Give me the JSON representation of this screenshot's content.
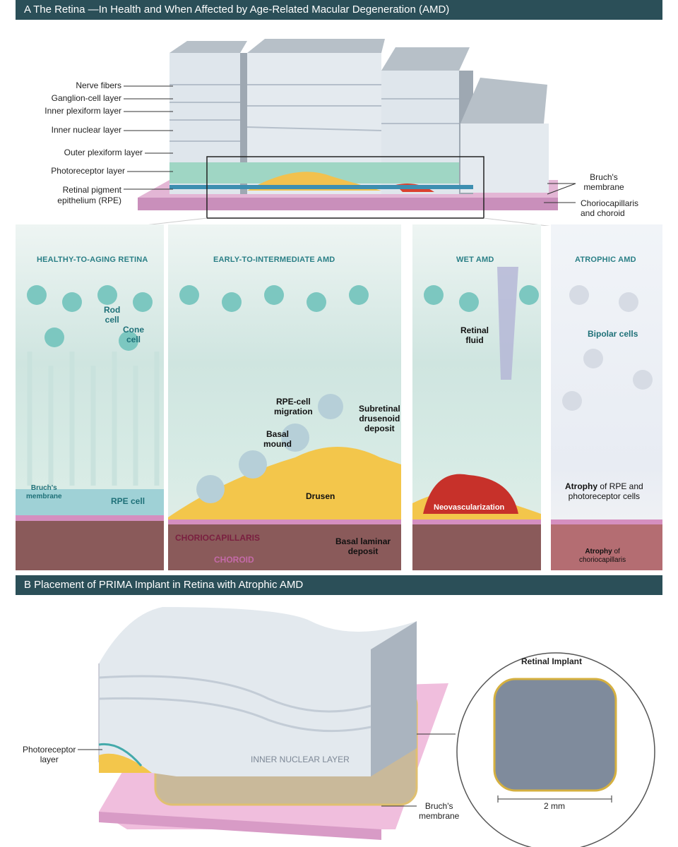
{
  "panel_a": {
    "title": "A  The Retina —In Health and When Affected by Age-Related Macular Degeneration (AMD)",
    "layer_labels": [
      "Nerve fibers",
      "Ganglion-cell layer",
      "Inner plexiform layer",
      "Inner nuclear layer",
      "Outer plexiform layer",
      "Photoreceptor layer",
      "Retinal pigment",
      "epithelium (RPE)"
    ],
    "right_labels": {
      "bruchs_1": "Bruch's",
      "bruchs_2": "membrane",
      "chorio_1": "Choriocapillaris",
      "chorio_2": "and choroid"
    },
    "panels": {
      "healthy": {
        "title": "HEALTHY-TO-AGING RETINA",
        "rod": "Rod",
        "rod2": "cell",
        "cone": "Cone",
        "cone2": "cell",
        "bruchs": "Bruch's",
        "bruchs2": "membrane",
        "rpe": "RPE cell"
      },
      "early": {
        "title": "EARLY-TO-INTERMEDIATE AMD",
        "rpe_migration": "RPE-cell",
        "rpe_migration2": "migration",
        "subretinal": "Subretinal",
        "subretinal2": "drusenoid",
        "subretinal3": "deposit",
        "basal_mound": "Basal",
        "basal_mound2": "mound",
        "drusen": "Drusen",
        "basal_laminar": "Basal laminar",
        "basal_laminar2": "deposit",
        "choriocapillaris": "CHORIOCAPILLARIS",
        "choroid": "CHOROID"
      },
      "wet": {
        "title": "WET AMD",
        "fluid": "Retinal",
        "fluid2": "fluid",
        "neo": "Neovascularization"
      },
      "atrophic": {
        "title": "ATROPHIC AMD",
        "bipolar": "Bipolar cells",
        "atrophy_bold": "Atrophy",
        "atrophy_rest": " of RPE and",
        "atrophy2": "photoreceptor cells",
        "atrophy_cc_bold": "Atrophy",
        "atrophy_cc_rest": " of",
        "atrophy_cc2": "choriocapillaris"
      }
    }
  },
  "panel_b": {
    "title": "B  Placement of PRIMA Implant in Retina with Atrophic AMD",
    "photoreceptor": "Photoreceptor",
    "photoreceptor2": "layer",
    "inner_nuclear": "INNER NUCLEAR LAYER",
    "bruchs": "Bruch's",
    "bruchs2": "membrane",
    "implant_title": "Retinal Implant",
    "scale": "2 mm"
  }
}
